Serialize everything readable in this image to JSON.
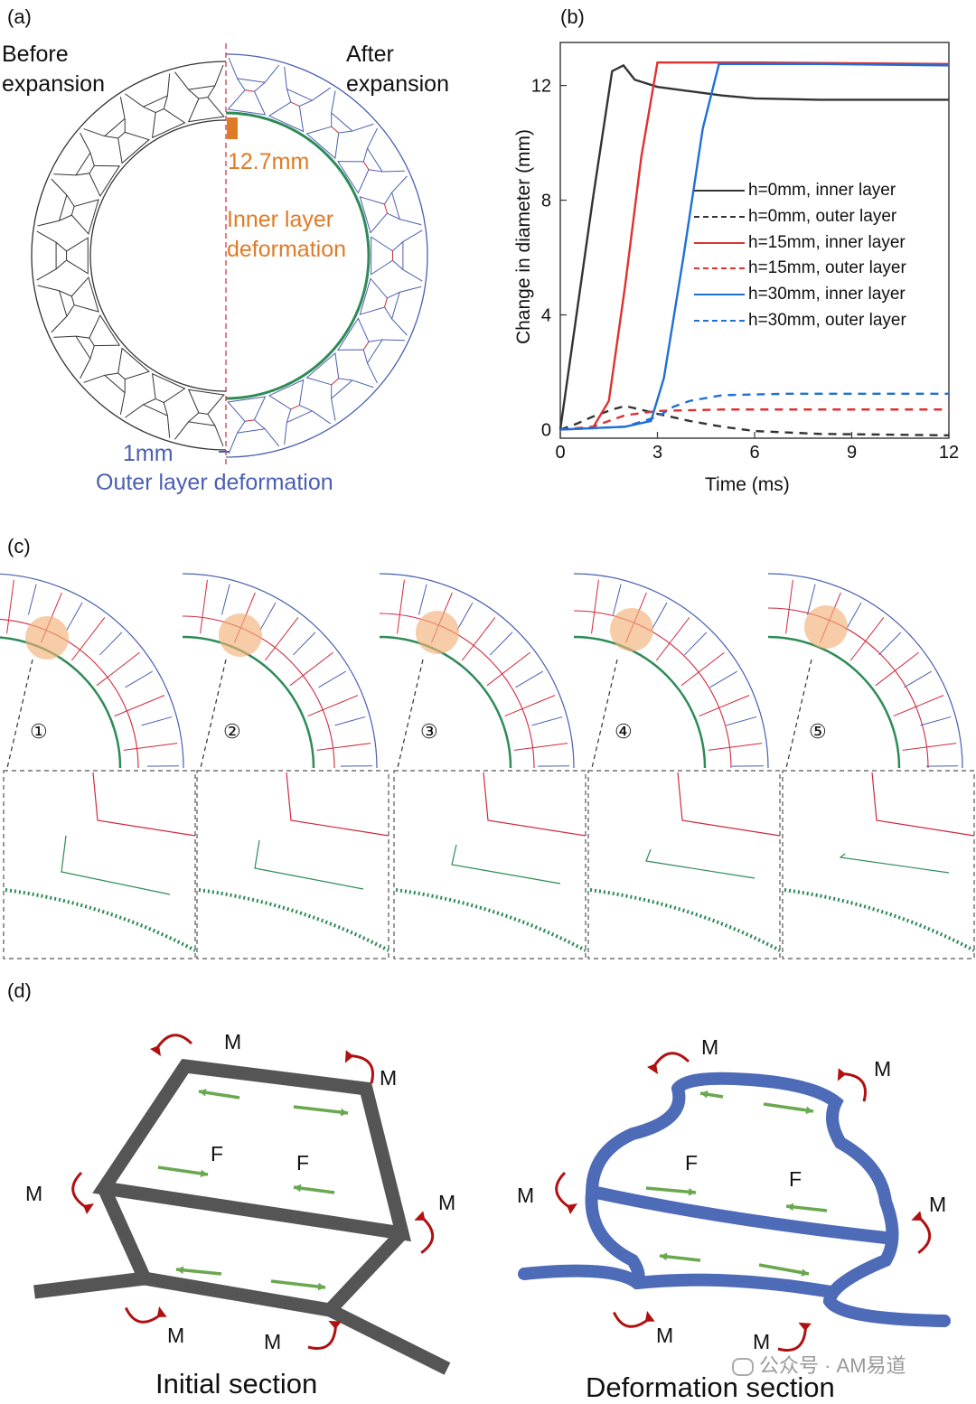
{
  "colors": {
    "inner": "#d0283c",
    "outer": "#4a5fb0",
    "orange": "#e07b25",
    "green": "#2e8b57",
    "black": "#333333",
    "red": "#e03131",
    "blue": "#1f6fd6",
    "arrow_red": "#b01010",
    "arrow_green": "#6aa84f",
    "dark_section": "#555555",
    "blue_section": "#4e6bb8"
  },
  "panel_a": {
    "label": "(a)",
    "before": [
      "Before",
      "expansion"
    ],
    "after": [
      "After",
      "expansion"
    ],
    "inner_dim": "12.7mm",
    "inner_text": [
      "Inner layer",
      "deformation"
    ],
    "outer_dim": "1mm",
    "outer_text": "Outer layer deformation"
  },
  "panel_b_label": "(b)",
  "chart_data": {
    "type": "line",
    "xlabel": "Time (ms)",
    "ylabel": "Change in diameter (mm)",
    "xlim": [
      0,
      12
    ],
    "ylim": [
      -0.3,
      13.5
    ],
    "xticks": [
      0,
      3,
      6,
      9,
      12
    ],
    "yticks": [
      0,
      4,
      8,
      12
    ],
    "legend_position": "right",
    "series": [
      {
        "name": "h=0mm, inner layer",
        "color": "#333333",
        "dash": false,
        "points": [
          [
            0,
            0
          ],
          [
            0.5,
            4
          ],
          [
            1,
            8
          ],
          [
            1.6,
            12.5
          ],
          [
            1.95,
            12.7
          ],
          [
            2.3,
            12.2
          ],
          [
            3,
            11.95
          ],
          [
            4,
            11.8
          ],
          [
            5,
            11.65
          ],
          [
            6,
            11.55
          ],
          [
            8,
            11.5
          ],
          [
            12,
            11.5
          ]
        ]
      },
      {
        "name": "h=0mm, outer layer",
        "color": "#333333",
        "dash": true,
        "points": [
          [
            0,
            0
          ],
          [
            0.5,
            0.2
          ],
          [
            1,
            0.45
          ],
          [
            1.6,
            0.7
          ],
          [
            2,
            0.82
          ],
          [
            2.4,
            0.72
          ],
          [
            3,
            0.55
          ],
          [
            4,
            0.3
          ],
          [
            5,
            0.1
          ],
          [
            6,
            -0.05
          ],
          [
            8,
            -0.15
          ],
          [
            12,
            -0.2
          ]
        ]
      },
      {
        "name": "h=15mm, inner layer",
        "color": "#e03131",
        "dash": false,
        "points": [
          [
            0,
            0
          ],
          [
            1,
            0.05
          ],
          [
            1.5,
            1
          ],
          [
            2,
            5
          ],
          [
            2.5,
            9.5
          ],
          [
            3,
            12.8
          ],
          [
            6,
            12.8
          ],
          [
            12,
            12.75
          ]
        ]
      },
      {
        "name": "h=15mm, outer layer",
        "color": "#e03131",
        "dash": true,
        "points": [
          [
            0,
            0
          ],
          [
            1,
            0.1
          ],
          [
            1.5,
            0.3
          ],
          [
            2,
            0.5
          ],
          [
            3,
            0.65
          ],
          [
            5,
            0.7
          ],
          [
            8,
            0.7
          ],
          [
            12,
            0.7
          ]
        ]
      },
      {
        "name": "h=30mm, inner layer",
        "color": "#1f6fd6",
        "dash": false,
        "points": [
          [
            0,
            0
          ],
          [
            2,
            0.1
          ],
          [
            2.8,
            0.3
          ],
          [
            3.2,
            1.8
          ],
          [
            3.8,
            6
          ],
          [
            4.4,
            10.5
          ],
          [
            4.9,
            12.75
          ],
          [
            8,
            12.75
          ],
          [
            12,
            12.7
          ]
        ]
      },
      {
        "name": "h=30mm, outer layer",
        "color": "#1f6fd6",
        "dash": true,
        "points": [
          [
            0,
            0
          ],
          [
            2,
            0.1
          ],
          [
            3,
            0.45
          ],
          [
            3.5,
            0.8
          ],
          [
            4,
            1
          ],
          [
            5,
            1.2
          ],
          [
            7,
            1.25
          ],
          [
            12,
            1.25
          ]
        ]
      }
    ]
  },
  "panel_c": {
    "label": "(c)",
    "steps": [
      "①",
      "②",
      "③",
      "④",
      "⑤"
    ]
  },
  "panel_d": {
    "label": "(d)",
    "m": "M",
    "f": "F",
    "initial_title": "Initial section",
    "deform_title": "Deformation section",
    "watermark": "公众号 · AM易道"
  }
}
